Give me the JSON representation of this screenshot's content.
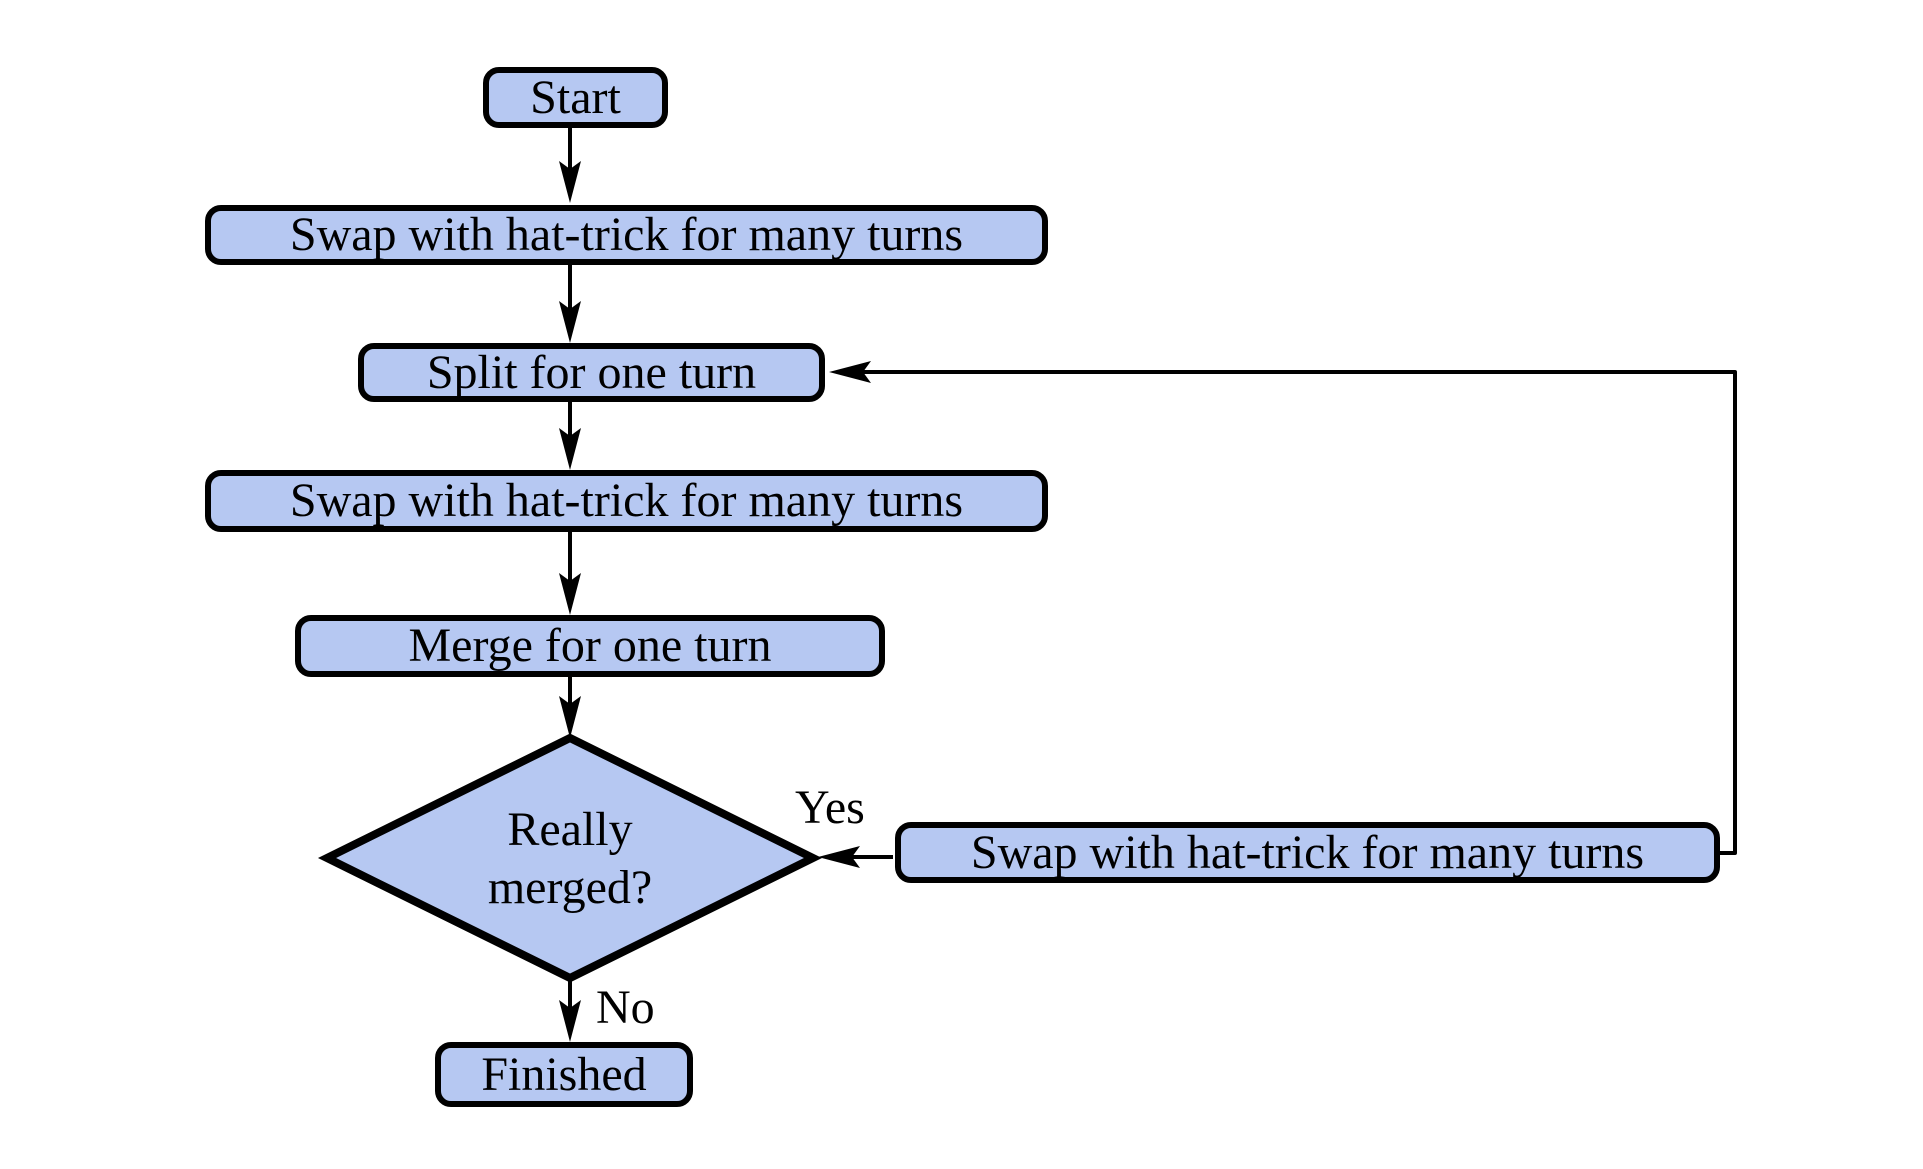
{
  "diagram": {
    "type": "flowchart",
    "background": "#ffffff",
    "colors": {
      "node_fill": "#b6c8f2",
      "node_border": "#000000",
      "arrow": "#000000",
      "text": "#000000"
    },
    "nodes": [
      {
        "id": "start",
        "shape": "rounded-box",
        "label": "Start"
      },
      {
        "id": "swap1",
        "shape": "rounded-box",
        "label": "Swap with hat-trick for many turns"
      },
      {
        "id": "split",
        "shape": "rounded-box",
        "label": "Split for one turn"
      },
      {
        "id": "swap2",
        "shape": "rounded-box",
        "label": "Swap with hat-trick for many turns"
      },
      {
        "id": "merge",
        "shape": "rounded-box",
        "label": "Merge for one turn"
      },
      {
        "id": "decision",
        "shape": "diamond",
        "label": "Really\nmerged?"
      },
      {
        "id": "swap3",
        "shape": "rounded-box",
        "label": "Swap with hat-trick for many turns"
      },
      {
        "id": "finished",
        "shape": "rounded-box",
        "label": "Finished"
      }
    ],
    "edges": [
      {
        "from": "start",
        "to": "swap1",
        "label": ""
      },
      {
        "from": "swap1",
        "to": "split",
        "label": ""
      },
      {
        "from": "split",
        "to": "swap2",
        "label": ""
      },
      {
        "from": "swap2",
        "to": "merge",
        "label": ""
      },
      {
        "from": "merge",
        "to": "decision",
        "label": ""
      },
      {
        "from": "decision",
        "to": "finished",
        "label": "No"
      },
      {
        "from": "swap3",
        "to": "decision",
        "label": "Yes"
      },
      {
        "from": "swap3",
        "to": "split",
        "label": ""
      }
    ]
  }
}
